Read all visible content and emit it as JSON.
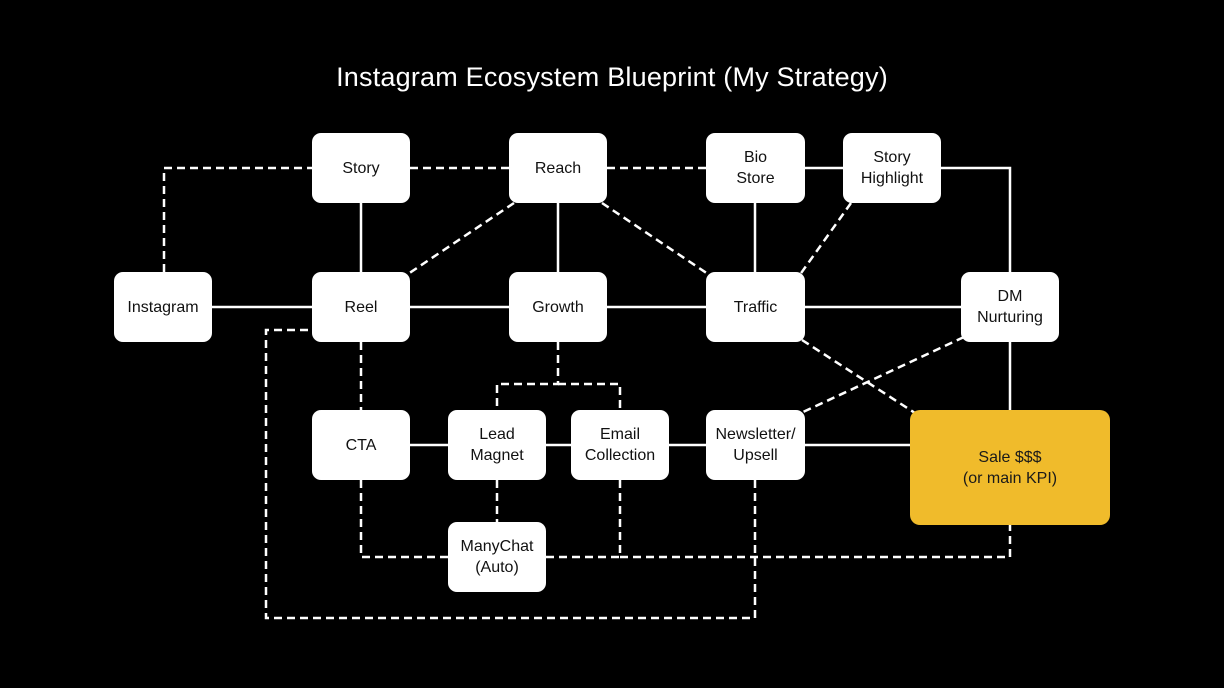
{
  "title": "Instagram Ecosystem Blueprint (My Strategy)",
  "colors": {
    "background": "#000000",
    "node": "#ffffff",
    "kpi": "#f0bb2b",
    "line": "#ffffff"
  },
  "nodes": {
    "story": "Story",
    "reach": "Reach",
    "bio_store": "Bio\nStore",
    "story_highlight": "Story\nHighlight",
    "instagram": "Instagram",
    "reel": "Reel",
    "growth": "Growth",
    "traffic": "Traffic",
    "dm_nurturing": "DM\nNurturing",
    "cta": "CTA",
    "lead_magnet": "Lead\nMagnet",
    "email_collection": "Email\nCollection",
    "newsletter_upsell": "Newsletter/\nUpsell",
    "sale": "Sale $$$\n(or main KPI)",
    "manychat": "ManyChat\n(Auto)"
  }
}
